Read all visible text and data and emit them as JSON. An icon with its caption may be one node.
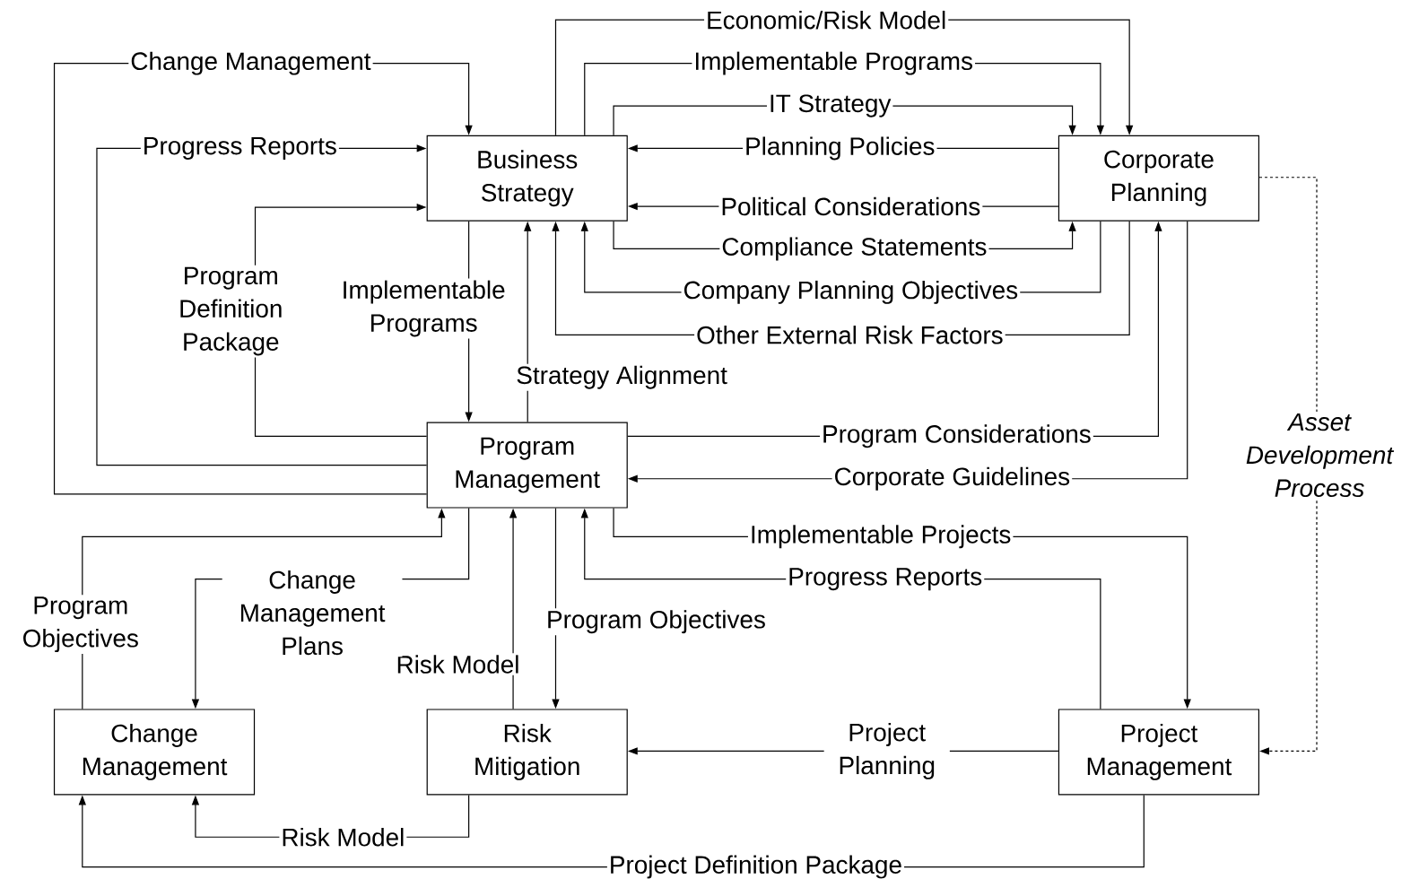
{
  "diagram": {
    "nodes": [
      {
        "text": [
          "Business Strategy"
        ]
      },
      {
        "text": [
          "Corporate Planning"
        ]
      },
      {
        "text": [
          "Program Management"
        ]
      },
      {
        "text": [
          "Change Management"
        ]
      },
      {
        "text": [
          "Risk Mitigation"
        ]
      },
      {
        "text": [
          "Project Management"
        ]
      }
    ],
    "edges": [
      {
        "from": 0,
        "to": 1,
        "arrow": "to",
        "label": "Economic/Risk Model"
      },
      {
        "from": 0,
        "to": 1,
        "arrow": "to",
        "label": "Implementable Programs"
      },
      {
        "from": 0,
        "to": 1,
        "arrow": "to",
        "label": "IT Strategy"
      },
      {
        "from": 1,
        "to": 0,
        "arrow": "to",
        "label": "Planning Policies"
      },
      {
        "from": 1,
        "to": 0,
        "arrow": "to",
        "label": "Political Considerations"
      },
      {
        "from": 0,
        "to": 1,
        "arrow": "to",
        "label": "Compliance Statements"
      },
      {
        "from": 1,
        "to": 0,
        "arrow": "to",
        "label": "Company Planning Objectives"
      },
      {
        "from": 1,
        "to": 0,
        "arrow": "to",
        "label": "Other External Risk Factors"
      },
      {
        "from": 2,
        "to": 0,
        "arrow": "to",
        "label": "Change Management"
      },
      {
        "from": 2,
        "to": 0,
        "arrow": "to",
        "label": "Progress Reports"
      },
      {
        "from": 2,
        "to": 0,
        "arrow": "to",
        "label": "Program Definition Package"
      },
      {
        "from": 0,
        "to": 2,
        "arrow": "to",
        "label": "Implementable Programs"
      },
      {
        "from": 2,
        "to": 0,
        "arrow": "to",
        "label": "Strategy Alignment"
      },
      {
        "from": 2,
        "to": 1,
        "arrow": "to",
        "label": "Program Considerations"
      },
      {
        "from": 1,
        "to": 2,
        "arrow": "to",
        "label": "Corporate Guidelines"
      },
      {
        "from": 2,
        "to": 5,
        "arrow": "to",
        "label": "Implementable Projects"
      },
      {
        "from": 5,
        "to": 2,
        "arrow": "to",
        "label": "Progress Reports"
      },
      {
        "from": 2,
        "to": 4,
        "arrow": "to",
        "label": "Program Objectives"
      },
      {
        "from": 4,
        "to": 2,
        "arrow": "to",
        "label": "Risk Model"
      },
      {
        "from": 2,
        "to": 3,
        "arrow": "to",
        "label": "Change Management Plans"
      },
      {
        "from": 3,
        "to": 2,
        "arrow": "to",
        "label": "Program Objectives"
      },
      {
        "from": 4,
        "to": 3,
        "arrow": "to",
        "label": "Risk Model"
      },
      {
        "from": 5,
        "to": 3,
        "arrow": "to",
        "label": "Project Definition Package"
      },
      {
        "from": 5,
        "to": 4,
        "arrow": "to",
        "label": "Project Planning"
      },
      {
        "from": 1,
        "to": 5,
        "arrow": "to",
        "label": "Asset Development Process",
        "style": "dashed"
      }
    ]
  }
}
